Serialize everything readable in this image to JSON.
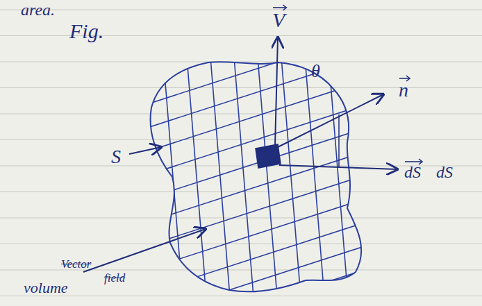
{
  "diagram": {
    "labels": [
      "area.",
      "Fig.",
      "V",
      "θ",
      "n",
      "S",
      "dS",
      "dS",
      "Vector",
      "field",
      "volume"
    ]
  }
}
